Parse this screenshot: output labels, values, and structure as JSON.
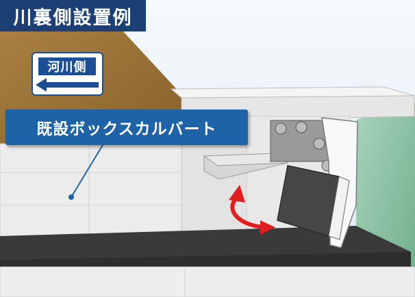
{
  "title": "川裏側設置例",
  "river_side": {
    "label": "河川側",
    "arrow_icon": "left-arrow-icon"
  },
  "callout": {
    "label": "既設ボックスカルバート"
  },
  "colors": {
    "title_bg": "#1c3f75",
    "callout_bg": "#1e62a8",
    "river_label_bg": "#1c4e96",
    "soil": "#9c7431",
    "sky": "#e7f0f8",
    "grass": "#8bc3a4",
    "concrete": "#ededed",
    "asphalt": "#3a3a3a",
    "gate": "#444444",
    "rotation_arrow": "#e02020"
  }
}
